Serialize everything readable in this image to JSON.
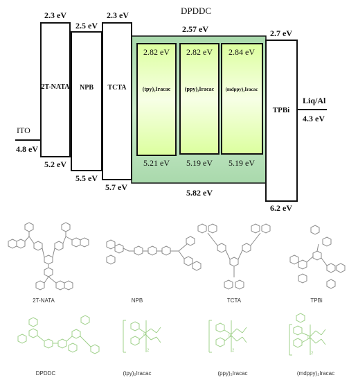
{
  "diagram": {
    "dpddc_label": "DPDDC",
    "layers": [
      {
        "id": "ito",
        "label": "ITO",
        "bottom": "4.8 eV"
      },
      {
        "id": "2t-nata",
        "label": "2T-NATA",
        "top": "2.3 eV",
        "bottom": "5.2 eV"
      },
      {
        "id": "npb",
        "label": "NPB",
        "top": "2.5 eV",
        "bottom": "5.5 eV"
      },
      {
        "id": "tcta",
        "label": "TCTA",
        "top": "2.3 eV",
        "bottom": "5.7 eV"
      },
      {
        "id": "dpddc",
        "label": "DPDDC",
        "top": "2.57 eV",
        "bottom": "5.82 eV"
      },
      {
        "id": "tpbi",
        "label": "TPBi",
        "top": "2.7 eV",
        "bottom": "6.2 eV"
      },
      {
        "id": "liq-al",
        "label": "Liq/Al",
        "bottom": "4.3 eV"
      }
    ],
    "dopants": [
      {
        "id": "tpy",
        "label": "(tpy)₂Iracac",
        "top": "2.82 eV",
        "bottom": "5.21 eV"
      },
      {
        "id": "ppy",
        "label": "(ppy)₂Iracac",
        "top": "2.82 eV",
        "bottom": "5.19 eV"
      },
      {
        "id": "mdppy",
        "label": "(mdppy)₂Iracac",
        "top": "2.84 eV",
        "bottom": "5.19 eV"
      }
    ]
  },
  "molecules": {
    "row1": [
      {
        "id": "2t-nata",
        "caption": "2T-NATA"
      },
      {
        "id": "npb",
        "caption": "NPB"
      },
      {
        "id": "tcta",
        "caption": "TCTA"
      },
      {
        "id": "tpbi",
        "caption": "TPBi"
      }
    ],
    "row2": [
      {
        "id": "dpddc",
        "caption": "DPDDC"
      },
      {
        "id": "tpy",
        "caption": "(tpy)₂Iracac"
      },
      {
        "id": "ppy",
        "caption": "(ppy)₂Iracac"
      },
      {
        "id": "mdppy",
        "caption": "(mdppy)₂Iracac"
      }
    ]
  },
  "colors": {
    "stroke": "#111111",
    "host_fill": "#b8e0b8",
    "dopant_fill": "#e6ffb8",
    "structure_gray": "#8a8a8a",
    "structure_green": "#9fd08a"
  }
}
